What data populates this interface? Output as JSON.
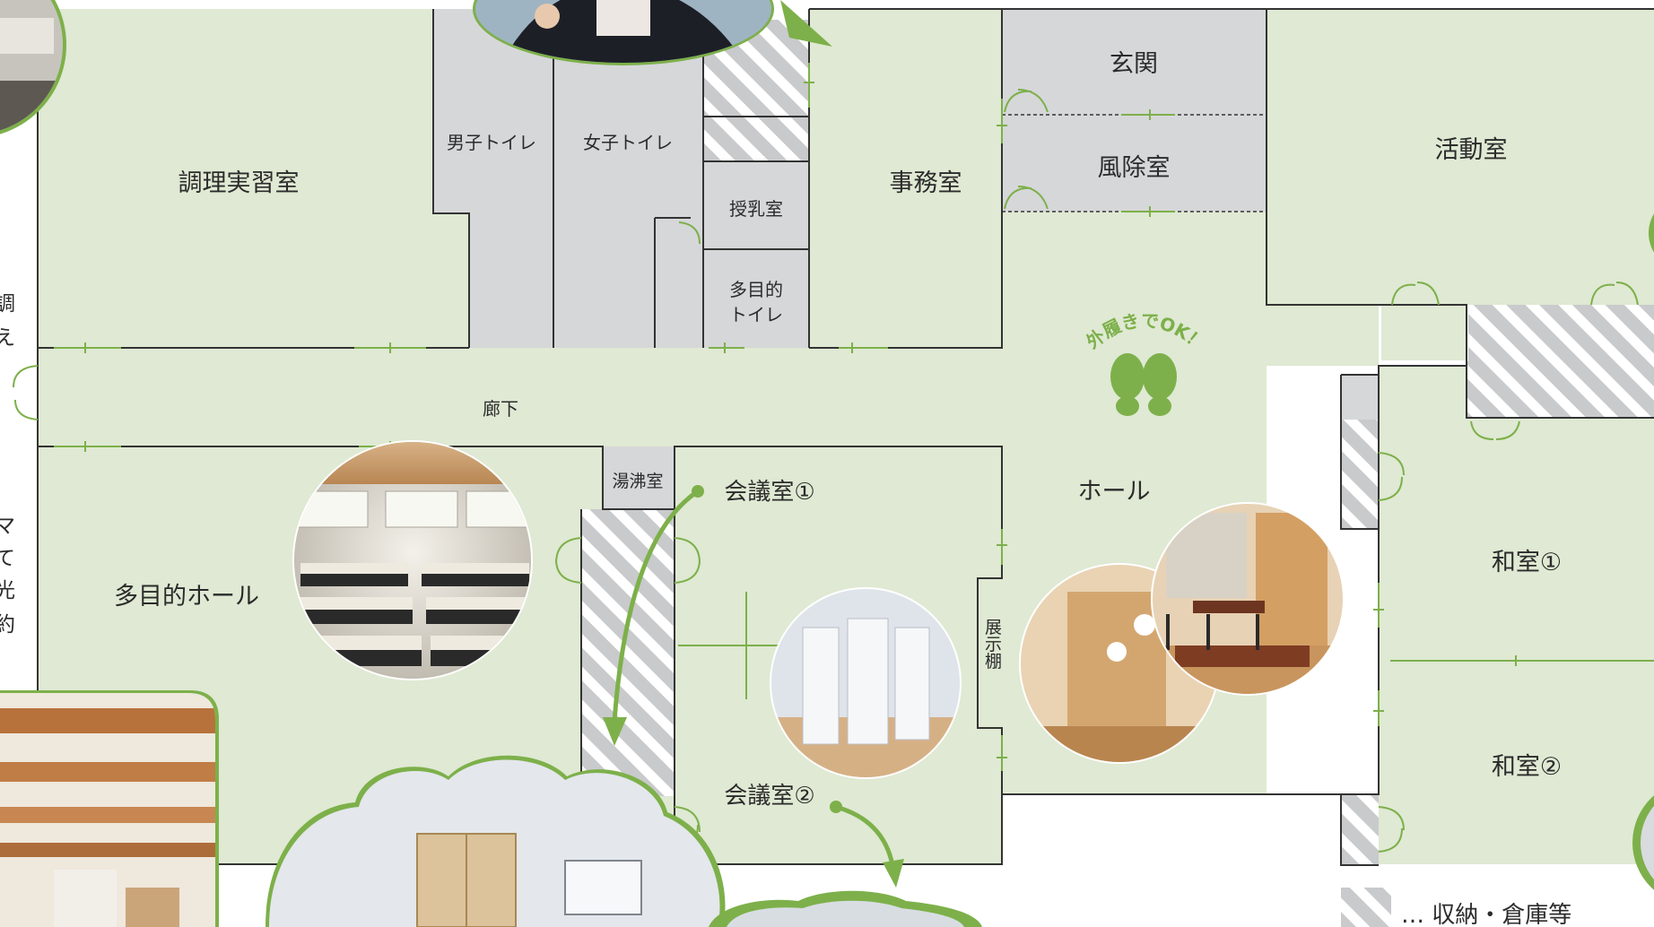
{
  "colors": {
    "room_green": "#dfe9d3",
    "room_gray": "#d6d7d9",
    "accent_green": "#7db04a",
    "wall": "#333333",
    "hatch_stripe": "#ffffff",
    "hatch_base": "#c9cacc"
  },
  "rooms": {
    "cooking": "調理実習室",
    "mens_toilet": "男子トイレ",
    "womens_toilet": "女子トイレ",
    "nursing": "授乳室",
    "multi_toilet_1": "多目的",
    "multi_toilet_2": "トイレ",
    "office": "事務室",
    "entrance": "玄関",
    "windbreak": "風除室",
    "activity": "活動室",
    "corridor": "廊下",
    "water_room": "湯沸室",
    "meeting1": "会議室①",
    "meeting2": "会議室②",
    "multi_hall": "多目的ホール",
    "hall": "ホール",
    "display_shelf": "展示棚",
    "washitsu1": "和室①",
    "washitsu2": "和室②"
  },
  "badge": {
    "shoes_ok": "外履きでOK！"
  },
  "side_text": [
    "調",
    "え",
    "マ",
    "て",
    "光",
    "約"
  ],
  "legend": {
    "storage": "… 収納・倉庫等"
  },
  "icons": [
    "footprints-icon",
    "direction-arrow-icon"
  ]
}
